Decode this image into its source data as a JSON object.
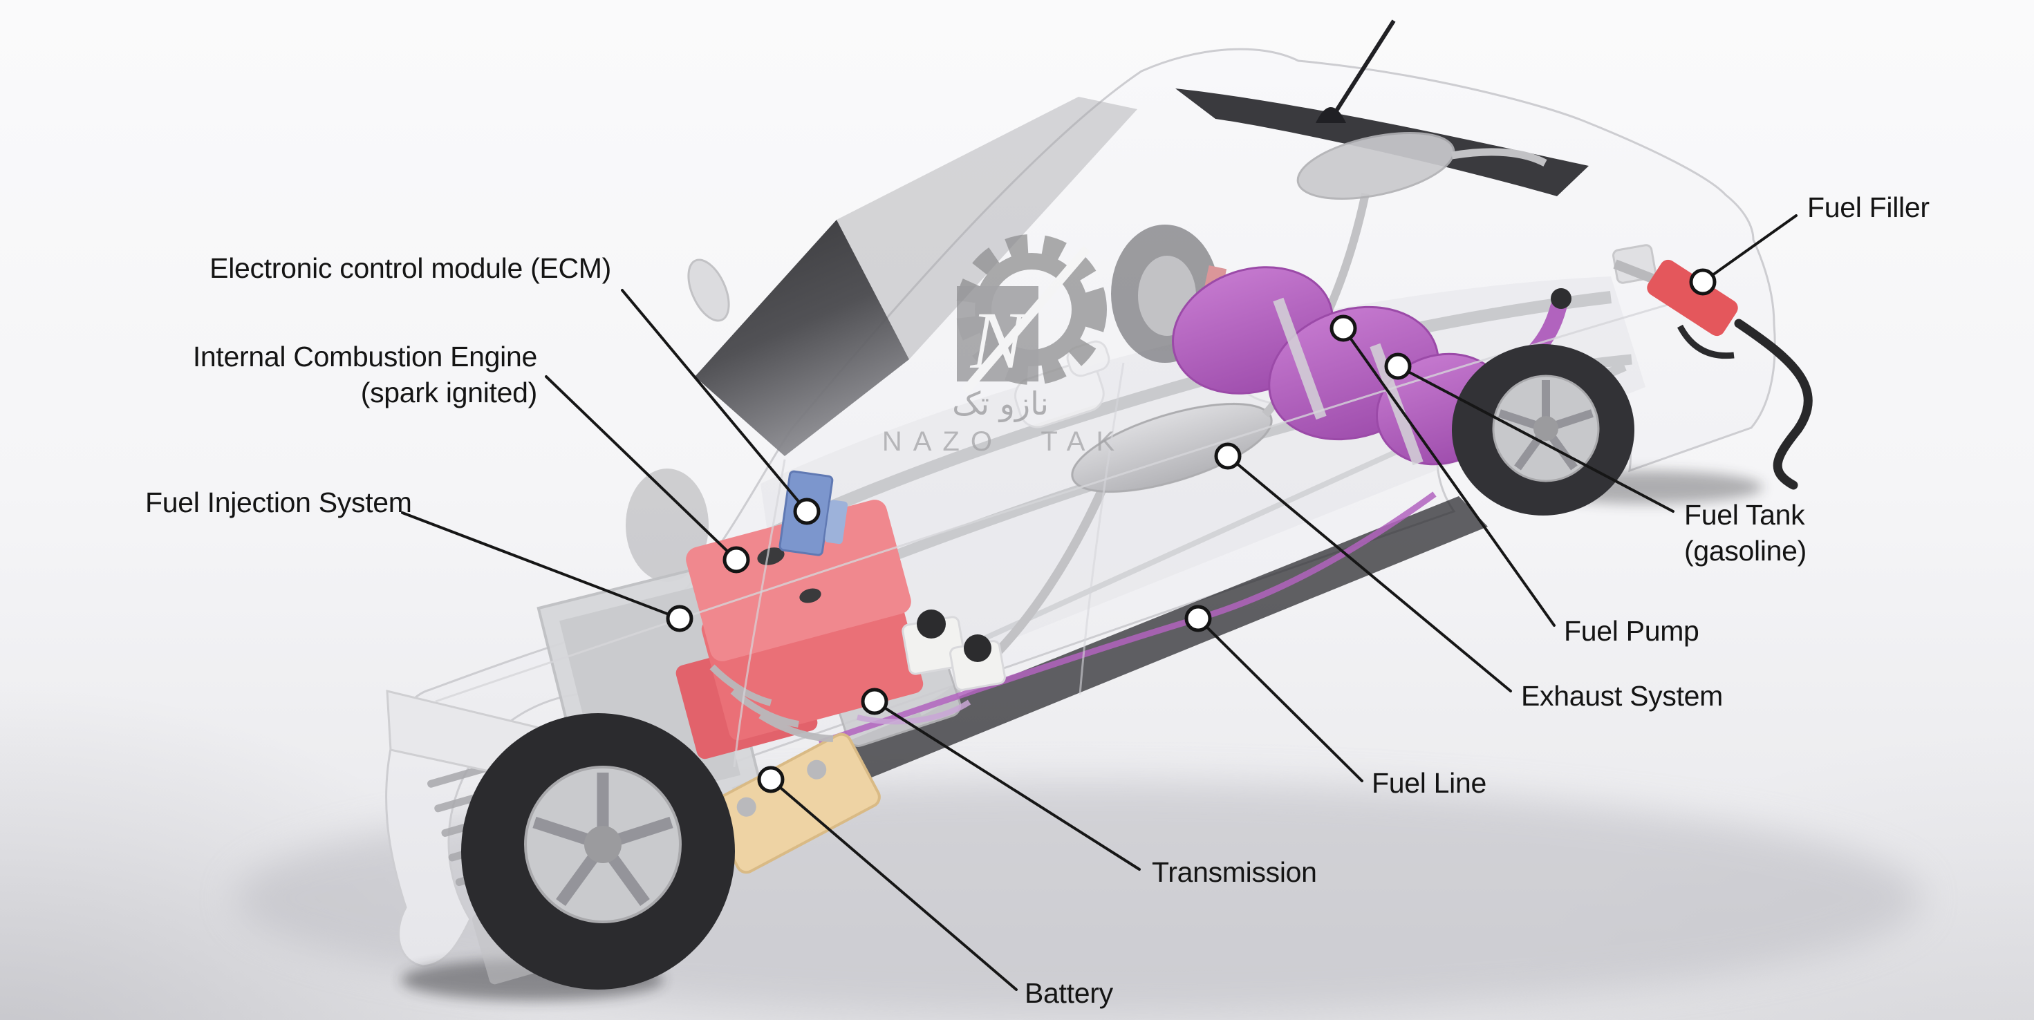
{
  "diagram": {
    "subject": "Gasoline car fuel-system cutaway diagram",
    "labels": {
      "ecm": {
        "text": "Electronic control module (ECM)"
      },
      "ice": {
        "line1": "Internal Combustion Engine",
        "line2": "(spark ignited)"
      },
      "fuel_injection": {
        "text": "Fuel Injection System"
      },
      "fuel_filler": {
        "text": "Fuel Filler"
      },
      "fuel_tank": {
        "line1": "Fuel Tank",
        "line2": "(gasoline)"
      },
      "fuel_pump": {
        "text": "Fuel Pump"
      },
      "exhaust": {
        "text": "Exhaust System"
      },
      "fuel_line": {
        "text": "Fuel Line"
      },
      "transmission": {
        "text": "Transmission"
      },
      "battery": {
        "text": "Battery"
      }
    },
    "watermark": {
      "monogram": "N",
      "brand_arabic": "نازو تک",
      "brand_latin": "NAZO TAK"
    }
  },
  "colors": {
    "ink": "#141414",
    "engine-red": "#ea7077",
    "engine-red-light": "#f0888e",
    "tank-purple": "#b163be",
    "ecm-blue": "#7c96cd",
    "battery-tan": "#eed3a4",
    "nozzle-red": "#e4575c",
    "watermark-gray": "#929294"
  }
}
